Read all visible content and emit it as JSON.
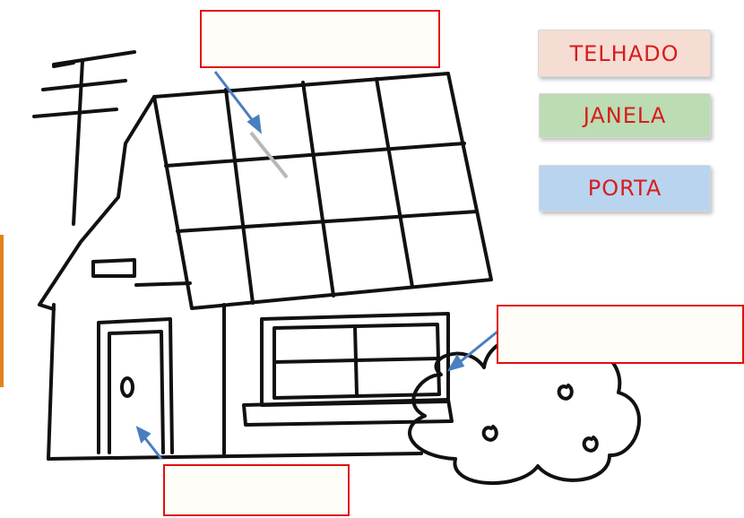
{
  "word_cards": [
    {
      "label": "TELHADO",
      "color": "#f5ddd3"
    },
    {
      "label": "JANELA",
      "color": "#bcdcb3"
    },
    {
      "label": "PORTA",
      "color": "#b9d4ef"
    }
  ],
  "answer_boxes": [
    "",
    "",
    ""
  ],
  "colors": {
    "box_border": "#e01010",
    "arrow": "#4a7fbf",
    "card_text": "#d81c1c"
  }
}
